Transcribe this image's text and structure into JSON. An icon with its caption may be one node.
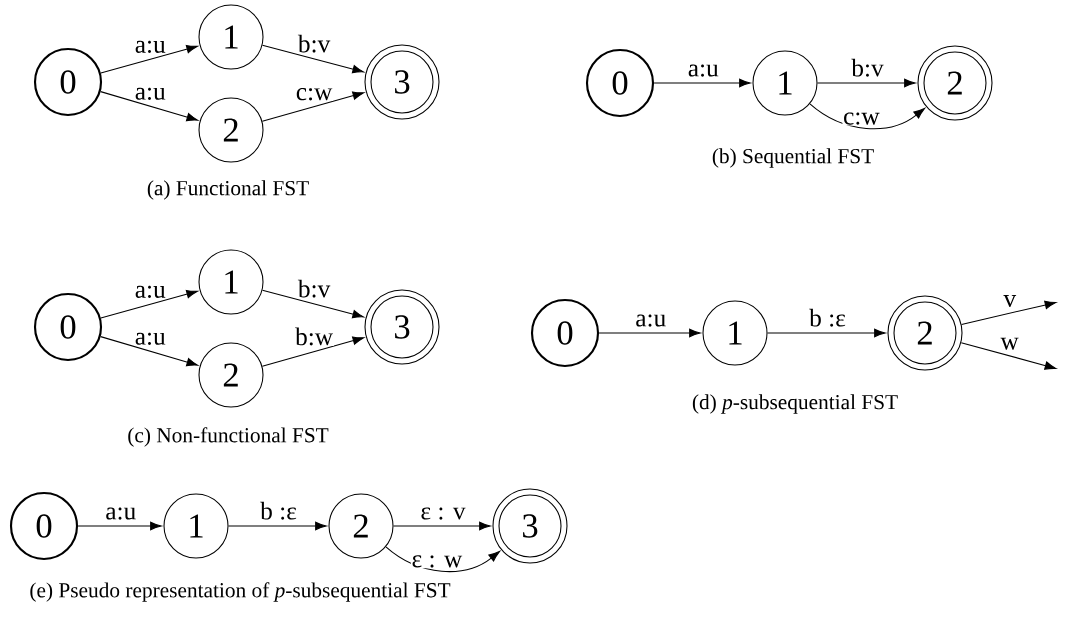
{
  "diagram": {
    "nodes": [
      {
        "text": [
          "0"
        ]
      },
      {
        "text": [
          "1"
        ]
      },
      {
        "text": [
          "2"
        ]
      },
      {
        "text": [
          "3"
        ]
      },
      {
        "text": [
          "0"
        ]
      },
      {
        "text": [
          "1"
        ]
      },
      {
        "text": [
          "2"
        ]
      },
      {
        "text": [
          "0"
        ]
      },
      {
        "text": [
          "1"
        ]
      },
      {
        "text": [
          "2"
        ]
      },
      {
        "text": [
          "3"
        ]
      },
      {
        "text": [
          "0"
        ]
      },
      {
        "text": [
          "1"
        ]
      },
      {
        "text": [
          "2"
        ]
      },
      {
        "text": [
          "0"
        ]
      },
      {
        "text": [
          "1"
        ]
      },
      {
        "text": [
          "2"
        ]
      },
      {
        "text": [
          "3"
        ]
      }
    ],
    "edges": [
      {
        "from": 0,
        "to": 1,
        "arrow": "to",
        "label": "a:u"
      },
      {
        "from": 0,
        "to": 2,
        "arrow": "to",
        "label": "a:u"
      },
      {
        "from": 1,
        "to": 3,
        "arrow": "to",
        "label": "b:v"
      },
      {
        "from": 2,
        "to": 3,
        "arrow": "to",
        "label": "c:w"
      },
      {
        "from": 4,
        "to": 5,
        "arrow": "to",
        "label": "a:u"
      },
      {
        "from": 5,
        "to": 6,
        "arrow": "to",
        "label": "b:v"
      },
      {
        "from": 5,
        "to": 6,
        "arrow": "to",
        "label": "c:w"
      },
      {
        "from": 7,
        "to": 8,
        "arrow": "to",
        "label": "a:u"
      },
      {
        "from": 7,
        "to": 9,
        "arrow": "to",
        "label": "a:u"
      },
      {
        "from": 8,
        "to": 10,
        "arrow": "to",
        "label": "b:v"
      },
      {
        "from": 9,
        "to": 10,
        "arrow": "to",
        "label": "b:w"
      },
      {
        "from": 11,
        "to": 12,
        "arrow": "to",
        "label": "a:u"
      },
      {
        "from": 12,
        "to": 13,
        "arrow": "to",
        "label": "b :ε"
      },
      {
        "from": 13,
        "to": null,
        "arrow": "to",
        "label": "v"
      },
      {
        "from": 13,
        "to": null,
        "arrow": "to",
        "label": "w"
      },
      {
        "from": 14,
        "to": 15,
        "arrow": "to",
        "label": "a:u"
      },
      {
        "from": 15,
        "to": 16,
        "arrow": "to",
        "label": "b :ε"
      },
      {
        "from": 16,
        "to": 17,
        "arrow": "to",
        "label": "ε : v"
      },
      {
        "from": 16,
        "to": 17,
        "arrow": "to",
        "label": "ε : w"
      }
    ],
    "labels": [
      "(a) Functional FST",
      "(b) Sequential FST",
      "(c) Non-functional FST",
      "(d) *p*-subsequential FST",
      "(e) Pseudo representation of *p*-subsequential FST"
    ]
  }
}
